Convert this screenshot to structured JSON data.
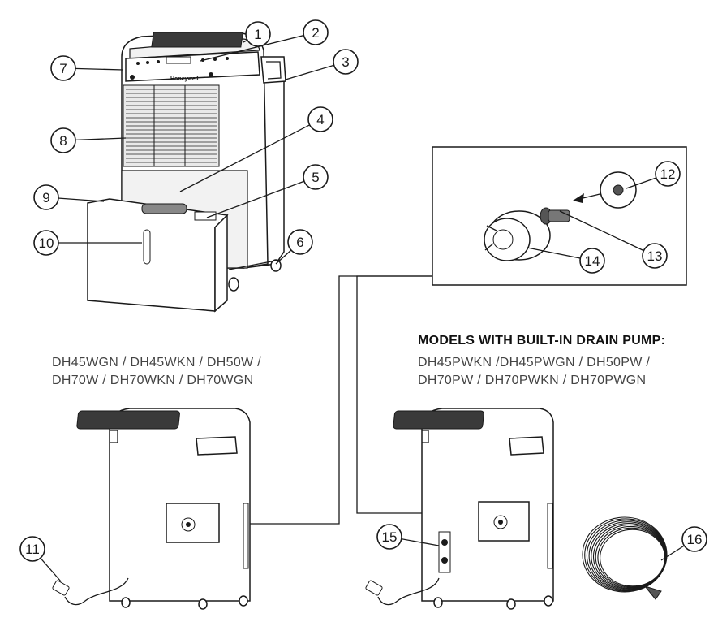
{
  "brand": "Honeywell",
  "callouts": [
    "1",
    "2",
    "3",
    "4",
    "5",
    "6",
    "7",
    "8",
    "9",
    "10",
    "11",
    "12",
    "13",
    "14",
    "15",
    "16"
  ],
  "section_standard": {
    "models_line1": "DH45WGN / DH45WKN / DH50W /",
    "models_line2": "DH70W / DH70WKN / DH70WGN"
  },
  "section_pump": {
    "heading": "MODELS WITH BUILT-IN DRAIN PUMP:",
    "models_line1": "DH45PWKN /DH45PWGN / DH50PW /",
    "models_line2": "DH70PW / DH70PWKN /  DH70PWGN"
  }
}
